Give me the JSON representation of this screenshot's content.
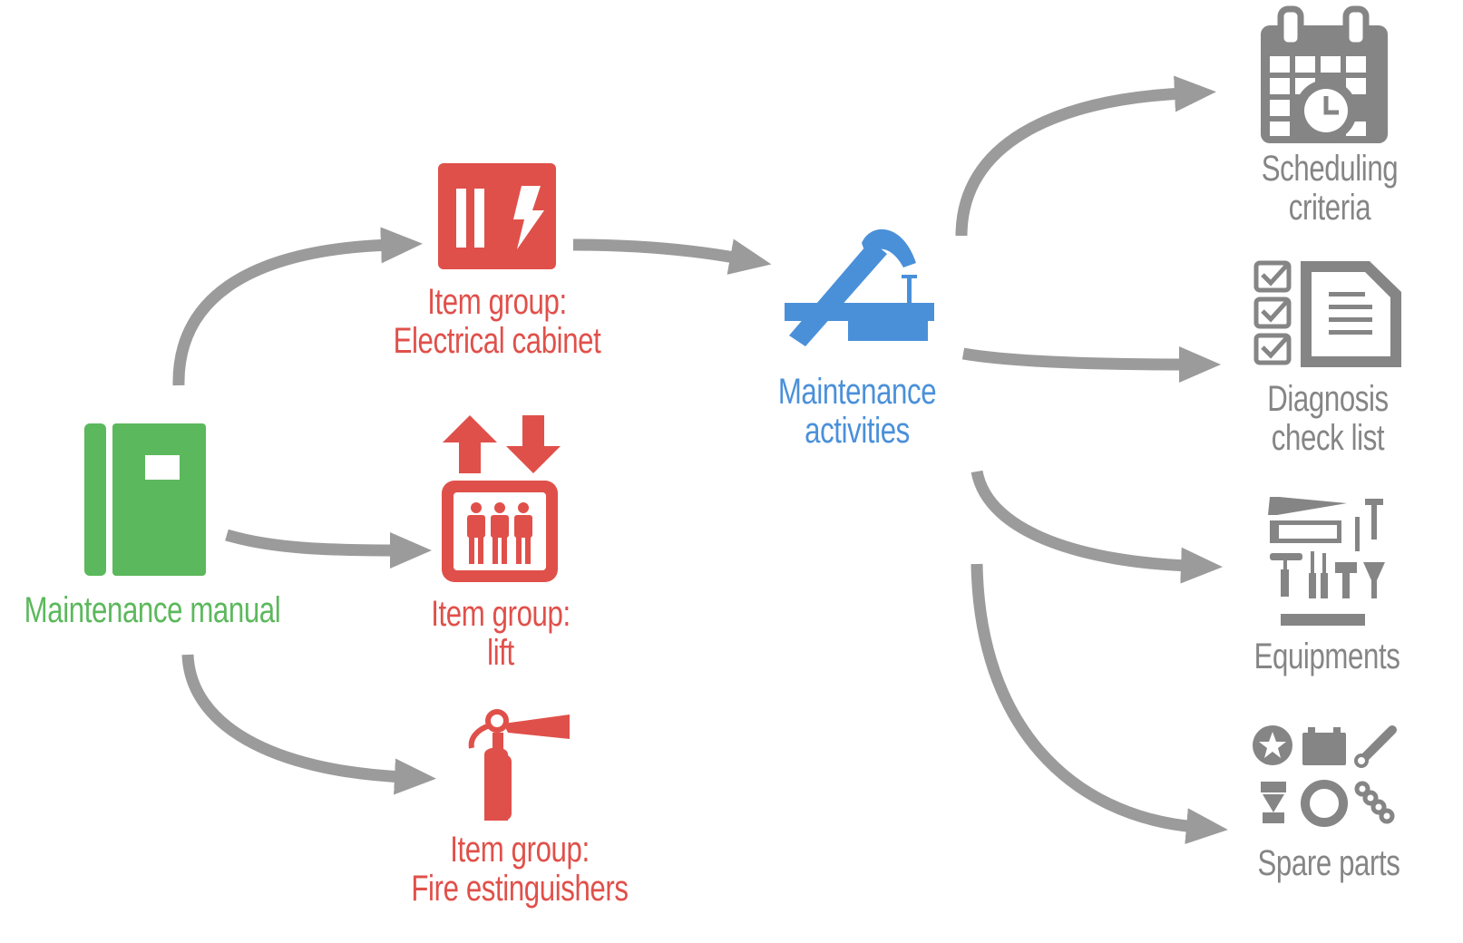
{
  "colors": {
    "red": "#e0504a",
    "green": "#5cb85c",
    "blue": "#4a90d9",
    "gray": "#858585",
    "arrow": "#9b9b9b"
  },
  "source": {
    "label": "Maintenance manual",
    "icon": "book-icon"
  },
  "item_groups": [
    {
      "line1": "Item group:",
      "line2": "Electrical cabinet",
      "icon": "electrical-cabinet-icon"
    },
    {
      "line1": "Item group:",
      "line2": "lift",
      "icon": "lift-icon"
    },
    {
      "line1": "Item group:",
      "line2": "Fire estinguishers",
      "icon": "fire-extinguisher-icon"
    }
  ],
  "activities": {
    "line1": "Maintenance",
    "line2": "activities",
    "icon": "hammer-icon"
  },
  "outputs": [
    {
      "line1": "Scheduling",
      "line2": "criteria",
      "icon": "calendar-clock-icon"
    },
    {
      "line1": "Diagnosis",
      "line2": "check list",
      "icon": "checklist-icon"
    },
    {
      "line1": "Equipments",
      "icon": "tools-icon"
    },
    {
      "line1": "Spare parts",
      "icon": "spare-parts-icon"
    }
  ]
}
